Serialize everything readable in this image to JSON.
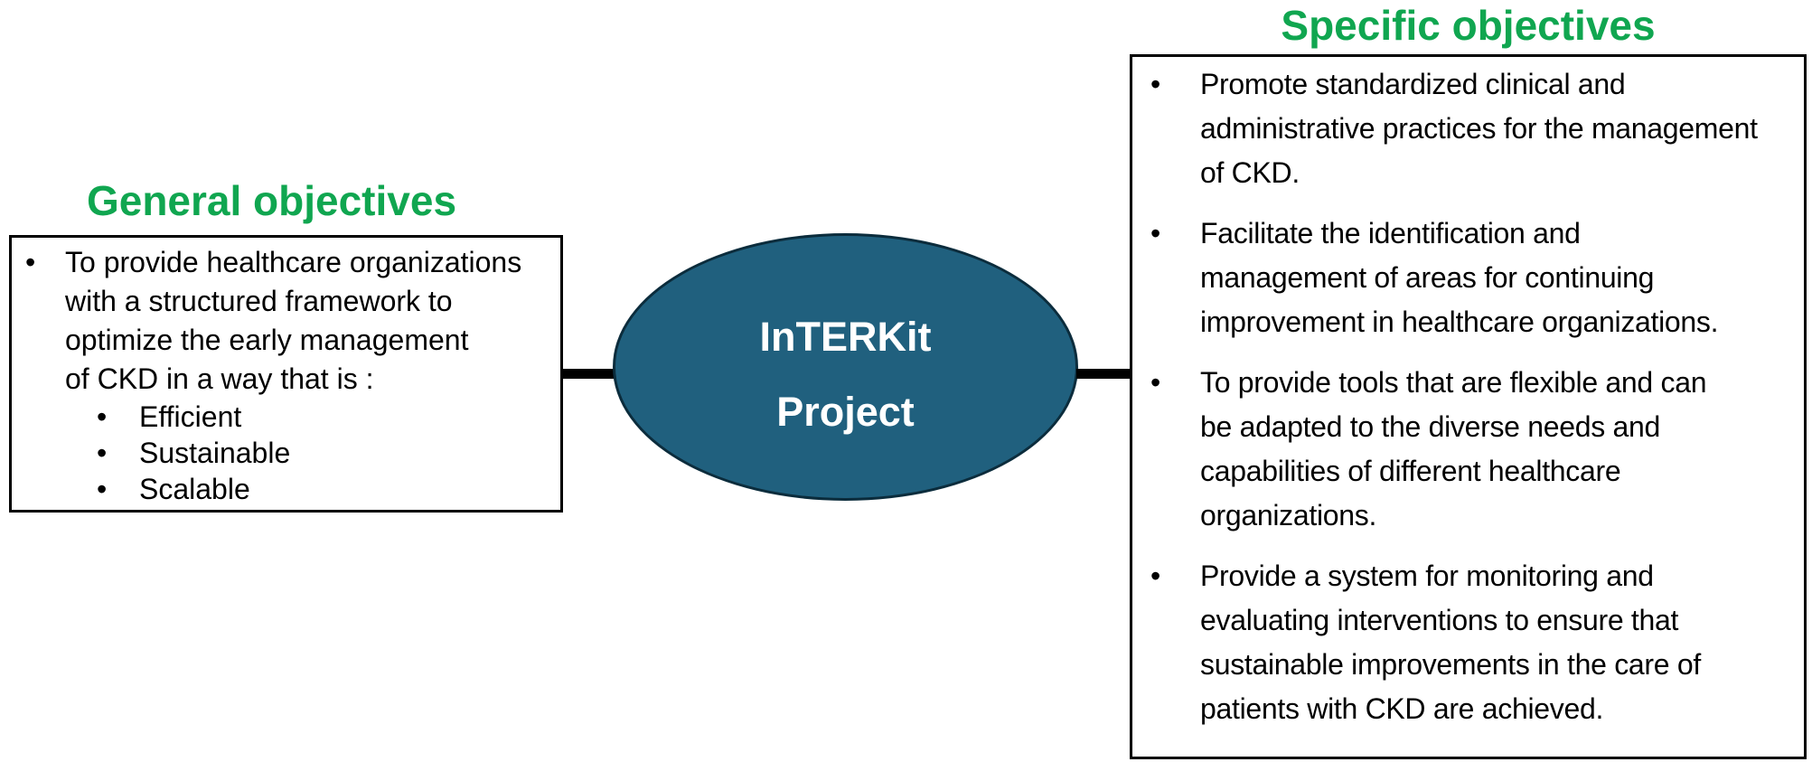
{
  "colors": {
    "heading_green": "#10A650",
    "ellipse_fill": "#20607E",
    "ellipse_border": "#0B2C3C",
    "ellipse_text": "#FFFFFF",
    "box_border": "#000000",
    "connector": "#000000",
    "body_text": "#000000",
    "background": "#FFFFFF"
  },
  "glyphs": {
    "bullet": "•"
  },
  "center_node": {
    "line1": "InTERKit",
    "line2": "Project"
  },
  "general": {
    "heading": "General objectives",
    "bullet_lines": [
      "To provide healthcare organizations",
      "with a structured framework to",
      "optimize the early management",
      "of CKD in a way that is :"
    ],
    "sub_bullets": [
      "Efficient",
      "Sustainable",
      "Scalable"
    ]
  },
  "specific": {
    "heading": "Specific objectives",
    "bullets": [
      {
        "lines": [
          "Promote standardized clinical and",
          "administrative practices for the management",
          "of CKD."
        ]
      },
      {
        "lines": [
          "Facilitate the identification and",
          "management of areas for continuing",
          "improvement in healthcare organizations."
        ]
      },
      {
        "lines": [
          "To provide tools that are flexible and can",
          "be adapted to the diverse needs and",
          "capabilities of different healthcare",
          "organizations."
        ]
      },
      {
        "lines": [
          "Provide a system for monitoring and",
          "evaluating interventions to ensure that",
          "sustainable improvements in the care of",
          "patients with CKD are achieved."
        ]
      }
    ]
  }
}
